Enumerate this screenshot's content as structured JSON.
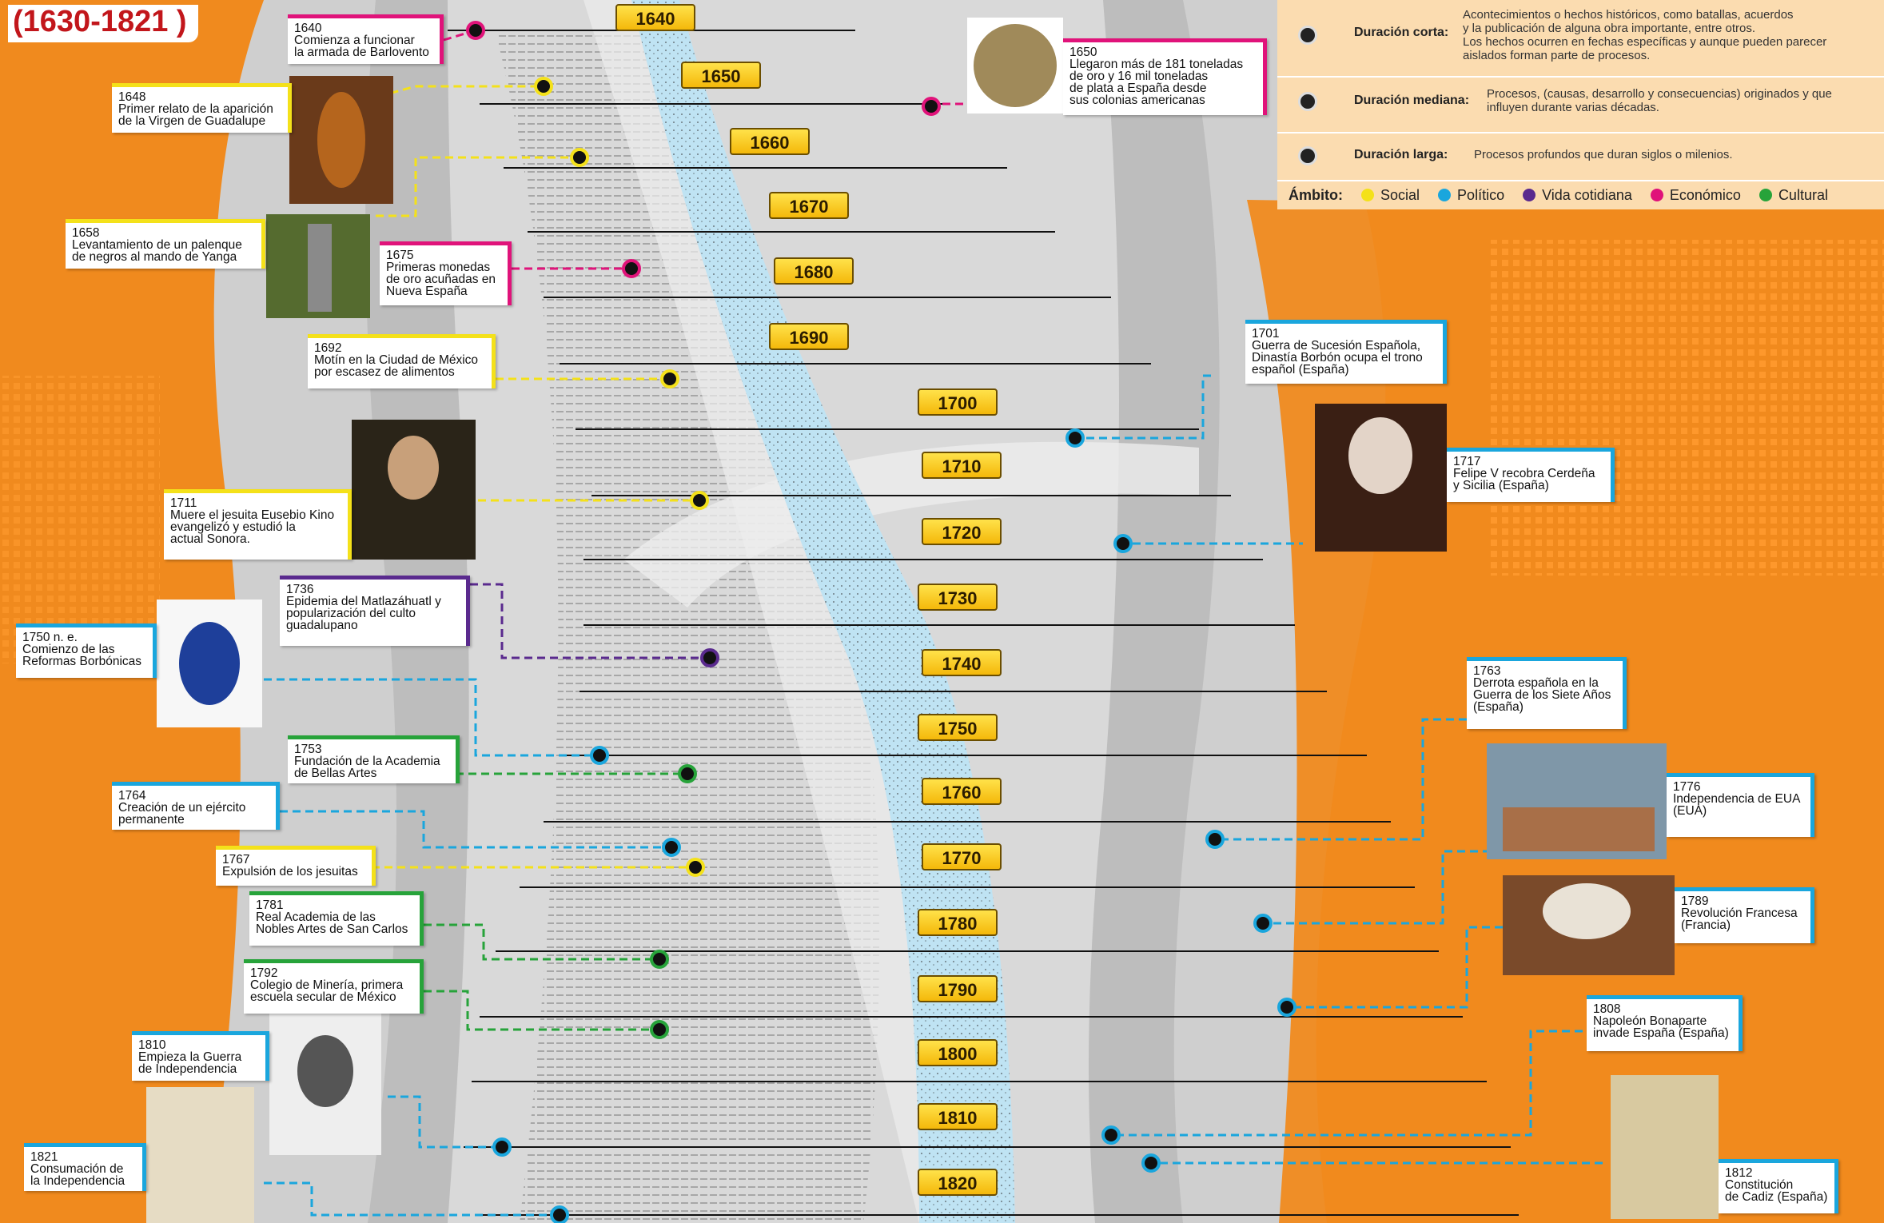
{
  "range_title": "(1630-1821 )",
  "legend": {
    "rows": [
      {
        "label": "Duración corta:",
        "desc": "Acontecimientos o hechos históricos, como batallas, acuerdos\ny la publicación de alguna obra importante, entre otros.\nLos hechos ocurren en fechas específicas y aunque pueden parecer\naislados forman parte de procesos."
      },
      {
        "label": "Duración mediana:",
        "desc": "Procesos, (causas, desarrollo y consecuencias) originados y que\ninfluyen durante varias décadas."
      },
      {
        "label": "Duración larga:",
        "desc": "Procesos profundos que duran siglos o milenios."
      }
    ],
    "ambito_label": "Ámbito:",
    "ambitos": [
      {
        "name": "Social",
        "color": "#f4e11a"
      },
      {
        "name": "Político",
        "color": "#1aa6dd"
      },
      {
        "name": "Vida cotidiana",
        "color": "#5a2a8e"
      },
      {
        "name": "Económico",
        "color": "#e0137a"
      },
      {
        "name": "Cultural",
        "color": "#27a33a"
      }
    ]
  },
  "years": [
    "1640",
    "1650",
    "1660",
    "1670",
    "1680",
    "1690",
    "1700",
    "1710",
    "1720",
    "1730",
    "1740",
    "1750",
    "1760",
    "1770",
    "1780",
    "1790",
    "1800",
    "1810",
    "1820"
  ],
  "events": [
    {
      "year": "1640",
      "text": "Comienza a funcionar\nla armada de Barlovento",
      "ambito": "economico"
    },
    {
      "year": "1648",
      "text": "Primer relato de la aparición\nde la Virgen de Guadalupe",
      "ambito": "social"
    },
    {
      "year": "1658",
      "text": "Levantamiento de un palenque\nde negros al mando de Yanga",
      "ambito": "social"
    },
    {
      "year": "1675",
      "text": "Primeras monedas\nde oro acuñadas en\nNueva España",
      "ambito": "economico"
    },
    {
      "year": "1692",
      "text": "Motín en la Ciudad de México\npor escasez de alimentos",
      "ambito": "social"
    },
    {
      "year": "1711",
      "text": "Muere el jesuita Eusebio Kino\nevangelizó y estudió la\nactual Sonora.",
      "ambito": "social"
    },
    {
      "year": "1736",
      "text": "Epidemia del Matlazáhuatl y\npopularización del culto\nguadalupano",
      "ambito": "vida"
    },
    {
      "year": "1750 n. e.",
      "text": "Comienzo de las\nReformas Borbónicas",
      "ambito": "politico"
    },
    {
      "year": "1753",
      "text": "Fundación de la Academia\nde Bellas Artes",
      "ambito": "cultural"
    },
    {
      "year": "1764",
      "text": "Creación de un ejército\npermanente",
      "ambito": "politico"
    },
    {
      "year": "1767",
      "text": "Expulsión de los jesuitas",
      "ambito": "social"
    },
    {
      "year": "1781",
      "text": "Real Academia de las\nNobles Artes de San Carlos",
      "ambito": "cultural"
    },
    {
      "year": "1792",
      "text": "Colegio de Minería, primera\nescuela secular de México",
      "ambito": "cultural"
    },
    {
      "year": "1810",
      "text": "Empieza la Guerra\nde Independencia",
      "ambito": "politico"
    },
    {
      "year": "1821",
      "text": "Consumación de\nla Independencia",
      "ambito": "politico"
    },
    {
      "year": "1650",
      "text": "Llegaron más de 181 toneladas\nde oro y 16 mil toneladas\nde plata a España desde\nsus colonias americanas",
      "ambito": "economico"
    },
    {
      "year": "1701",
      "text": "Guerra de Sucesión Española,\nDinastía Borbón ocupa el trono\nespañol (España)",
      "ambito": "politico"
    },
    {
      "year": "1717",
      "text": "Felipe V recobra Cerdeña\ny Sicilia (España)",
      "ambito": "politico"
    },
    {
      "year": "1763",
      "text": "Derrota española en la\nGuerra de los Siete Años\n(España)",
      "ambito": "politico"
    },
    {
      "year": "1776",
      "text": "Independencia de EUA\n(EUA)",
      "ambito": "politico"
    },
    {
      "year": "1789",
      "text": "Revolución Francesa\n(Francia)",
      "ambito": "politico"
    },
    {
      "year": "1808",
      "text": "Napoleón Bonaparte\ninvade España (España)",
      "ambito": "politico"
    },
    {
      "year": "1812",
      "text": "Constitución\nde Cadiz (España)",
      "ambito": "politico"
    }
  ]
}
